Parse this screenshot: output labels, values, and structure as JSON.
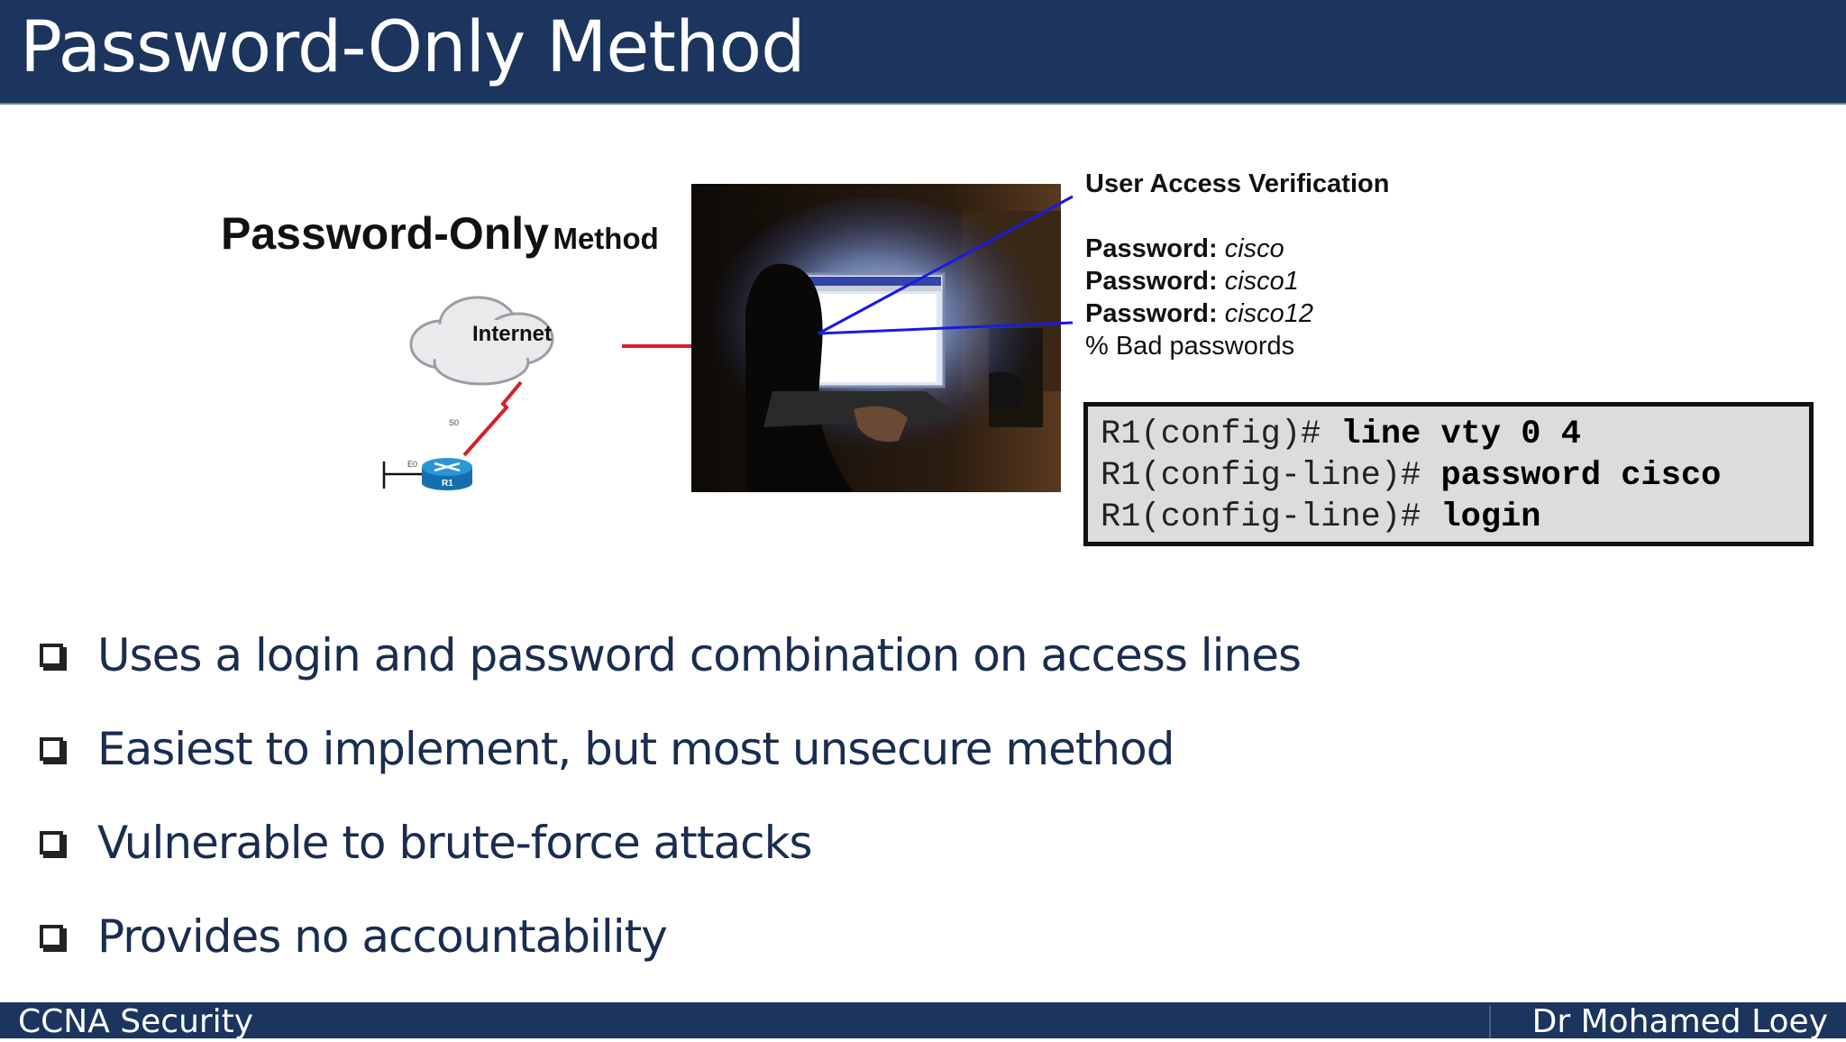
{
  "header": {
    "title": "Password-Only Method"
  },
  "diagram": {
    "title_big": "Password-Only",
    "title_small": "Method",
    "cloud_label": "Internet",
    "serial_label": "S0",
    "ethernet_label": "E0",
    "router_label": "R1"
  },
  "terminal": {
    "heading": "User Access Verification",
    "lines": [
      {
        "label": "Password:",
        "value": "cisco"
      },
      {
        "label": "Password:",
        "value": "cisco1"
      },
      {
        "label": "Password:",
        "value": "cisco12"
      }
    ],
    "result": "% Bad passwords"
  },
  "cli": {
    "lines": [
      {
        "prompt": "R1(config)# ",
        "command": "line vty 0 4"
      },
      {
        "prompt": "R1(config-line)# ",
        "command": "password cisco"
      },
      {
        "prompt": "R1(config-line)# ",
        "command": "login"
      }
    ]
  },
  "bullets": [
    "Uses a login and password combination on access lines",
    "Easiest to implement, but most unsecure method",
    "Vulnerable to brute-force attacks",
    "Provides no accountability"
  ],
  "footer": {
    "left": "CCNA Security",
    "right": "Dr Mohamed Loey"
  },
  "colors": {
    "title_bar": "#1c355e",
    "bullet_text": "#1a2d4f",
    "link_red": "#d42026",
    "callout_blue": "#1a1ae0",
    "router_blue": "#1b7fc4"
  }
}
